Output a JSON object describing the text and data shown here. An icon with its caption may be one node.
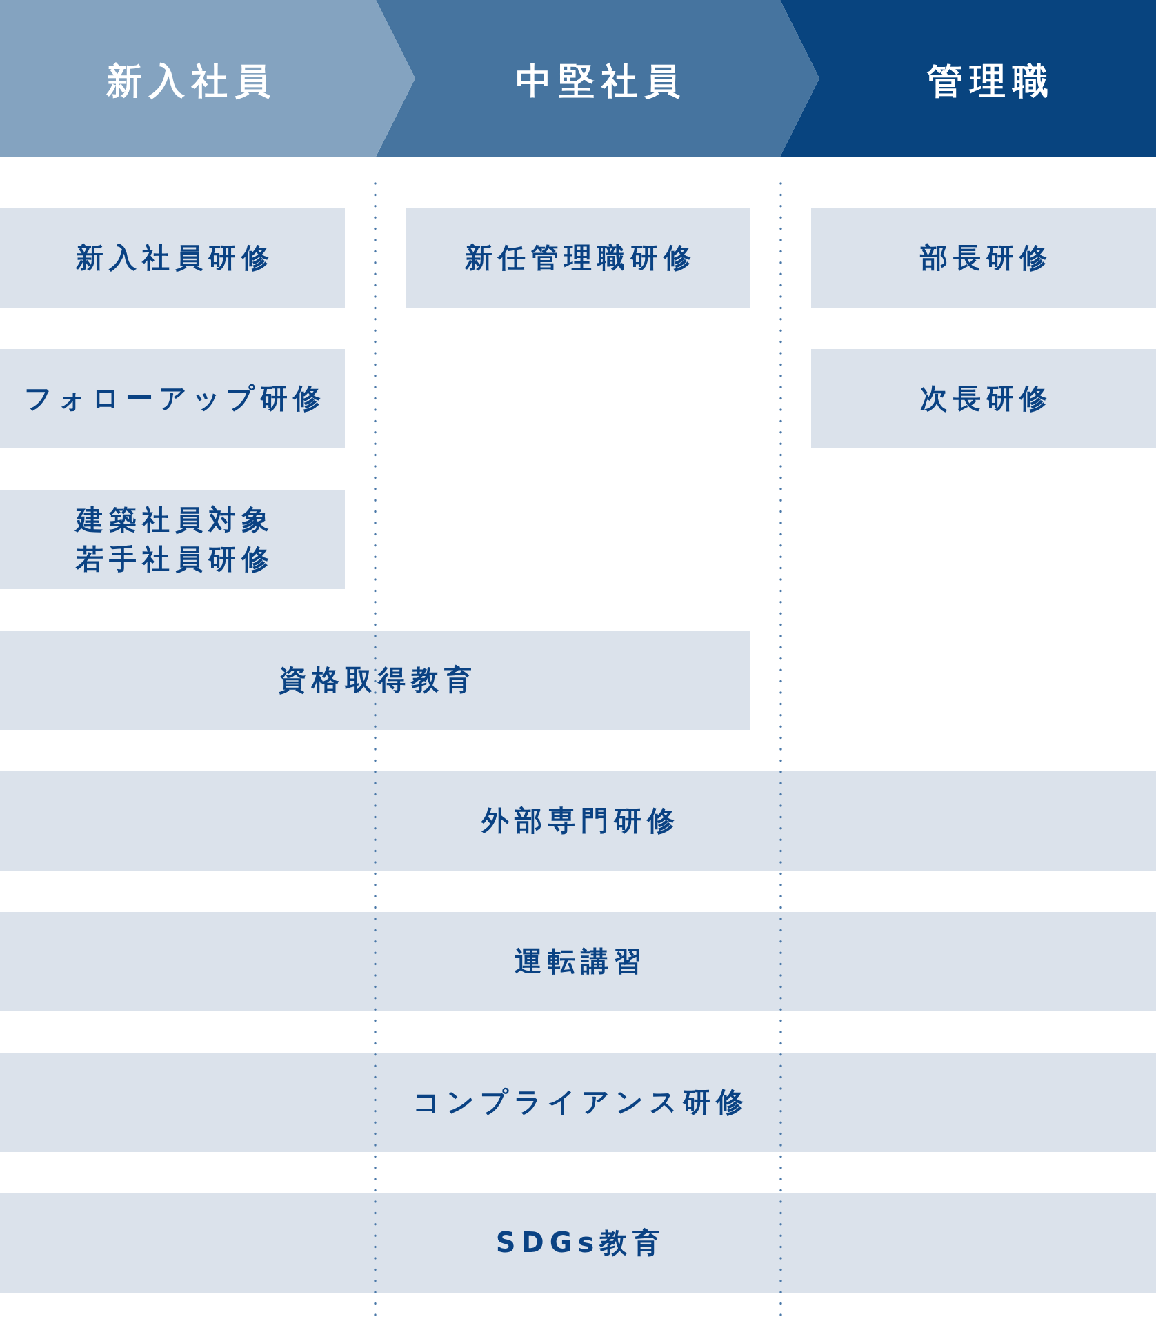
{
  "diagram": {
    "nodes": [
      {
        "text": [
          "新入社員"
        ]
      },
      {
        "text": [
          "中堅社員"
        ]
      },
      {
        "text": [
          "管理職"
        ]
      },
      {
        "text": [
          "新入社員研修"
        ]
      },
      {
        "text": [
          "新任管理職研修"
        ]
      },
      {
        "text": [
          "部長研修"
        ]
      },
      {
        "text": [
          "フォローアップ研修"
        ]
      },
      {
        "text": [
          "次長研修"
        ]
      },
      {
        "text": [
          "建築社員対象若手社員研修"
        ]
      },
      {
        "text": [
          "資格取得教育"
        ]
      },
      {
        "text": [
          "外部専門研修"
        ]
      },
      {
        "text": [
          "運転講習"
        ]
      },
      {
        "text": [
          "コンプライアンス研修"
        ]
      },
      {
        "text": [
          "SDGs教育"
        ]
      }
    ]
  }
}
